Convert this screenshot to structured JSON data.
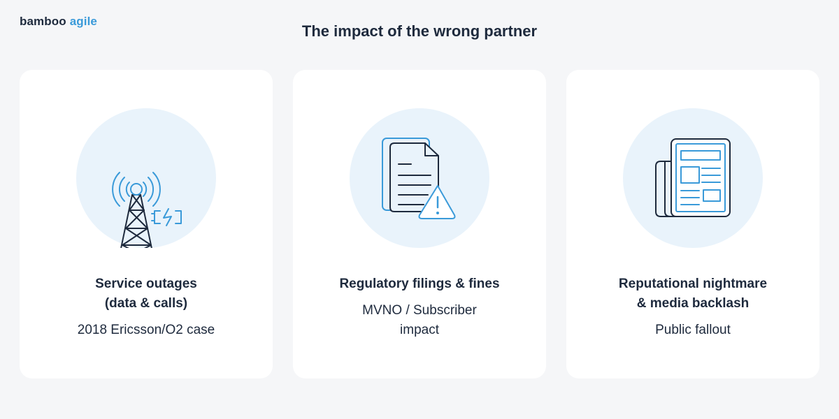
{
  "logo": {
    "part1": "bamboo",
    "part2": "agile"
  },
  "title": "The impact of the wrong partner",
  "colors": {
    "background": "#f5f6f8",
    "card": "#ffffff",
    "icon_circle": "#e9f3fb",
    "dark": "#1e2a3d",
    "accent": "#3a9ad9"
  },
  "cards": [
    {
      "icon": "cell-tower-outage-icon",
      "title_lines": [
        "Service outages",
        "(data & calls)"
      ],
      "sub_lines": [
        "2018 Ericsson/O2 case"
      ]
    },
    {
      "icon": "document-warning-icon",
      "title_lines": [
        "Regulatory filings & fines"
      ],
      "sub_lines": [
        "MVNO / Subscriber",
        "impact"
      ]
    },
    {
      "icon": "newspaper-icon",
      "title_lines": [
        "Reputational nightmare",
        "& media backlash"
      ],
      "sub_lines": [
        "Public fallout"
      ]
    }
  ]
}
